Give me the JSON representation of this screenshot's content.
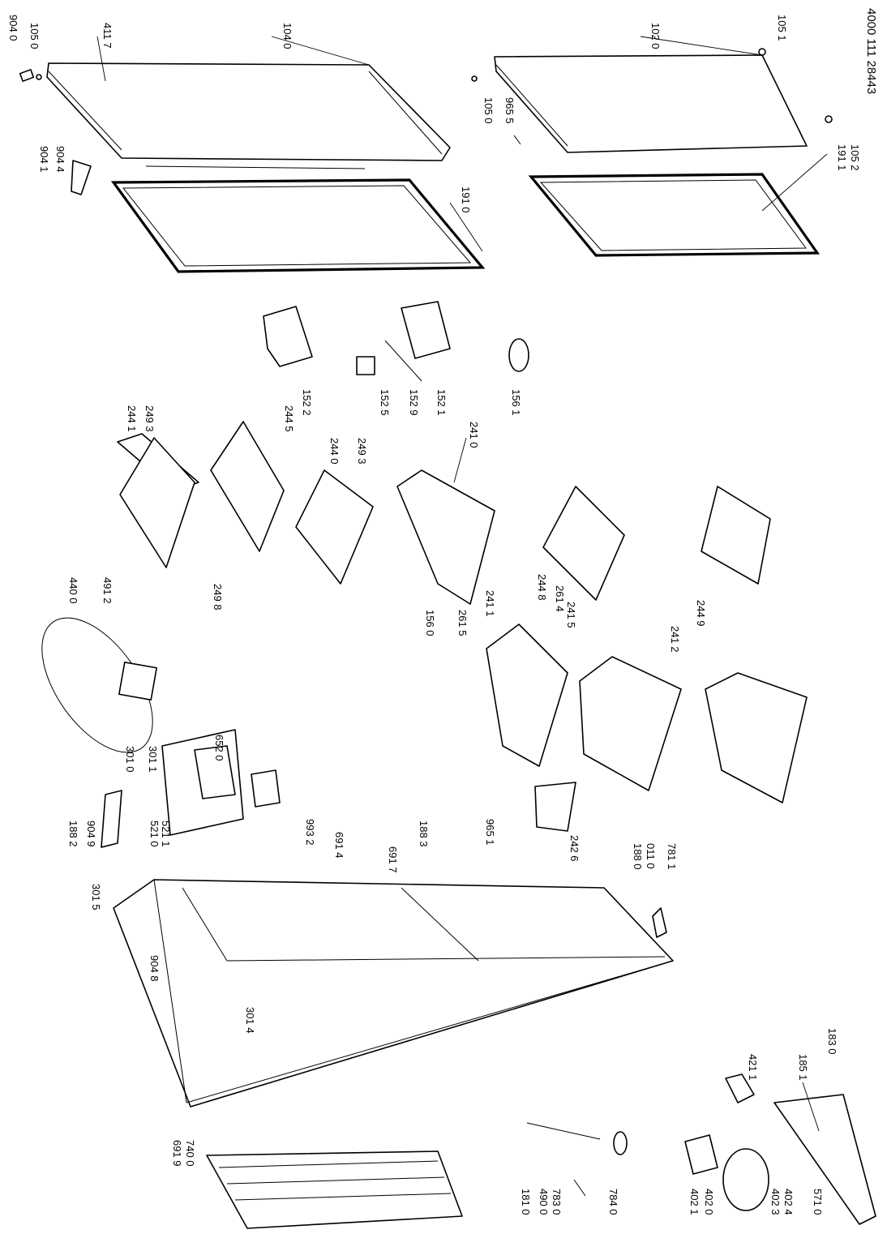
{
  "document_number": "4000 111 28443",
  "callouts": [
    "904 0",
    "105 0",
    "411 7",
    "104 0",
    "102 0",
    "105 1",
    "105 0",
    "965 5",
    "904 1",
    "904 4",
    "191 0",
    "191 1",
    "105 2",
    "244 1",
    "249 3",
    "244 5",
    "152 2",
    "244 0",
    "249 3",
    "152 5",
    "152 9",
    "152 1",
    "156 1",
    "249 8",
    "241 0",
    "440 0",
    "491 2",
    "156 0",
    "261 5",
    "241 1",
    "244 8",
    "261 4",
    "241 5",
    "244 9",
    "241 2",
    "301 0",
    "301 1",
    "652 0",
    "188 2",
    "904 9",
    "521 0",
    "521 1",
    "993 2",
    "691 4",
    "691 7",
    "188 3",
    "965 1",
    "242 6",
    "188 0",
    "011 0",
    "781 1",
    "301 5",
    "904 8",
    "301 4",
    "691 9",
    "740 0",
    "421 1",
    "185 1",
    "183 0",
    "181 0",
    "490 0",
    "783 0",
    "784 0",
    "402 1",
    "402 0",
    "402 3",
    "402 4",
    "571 0"
  ]
}
